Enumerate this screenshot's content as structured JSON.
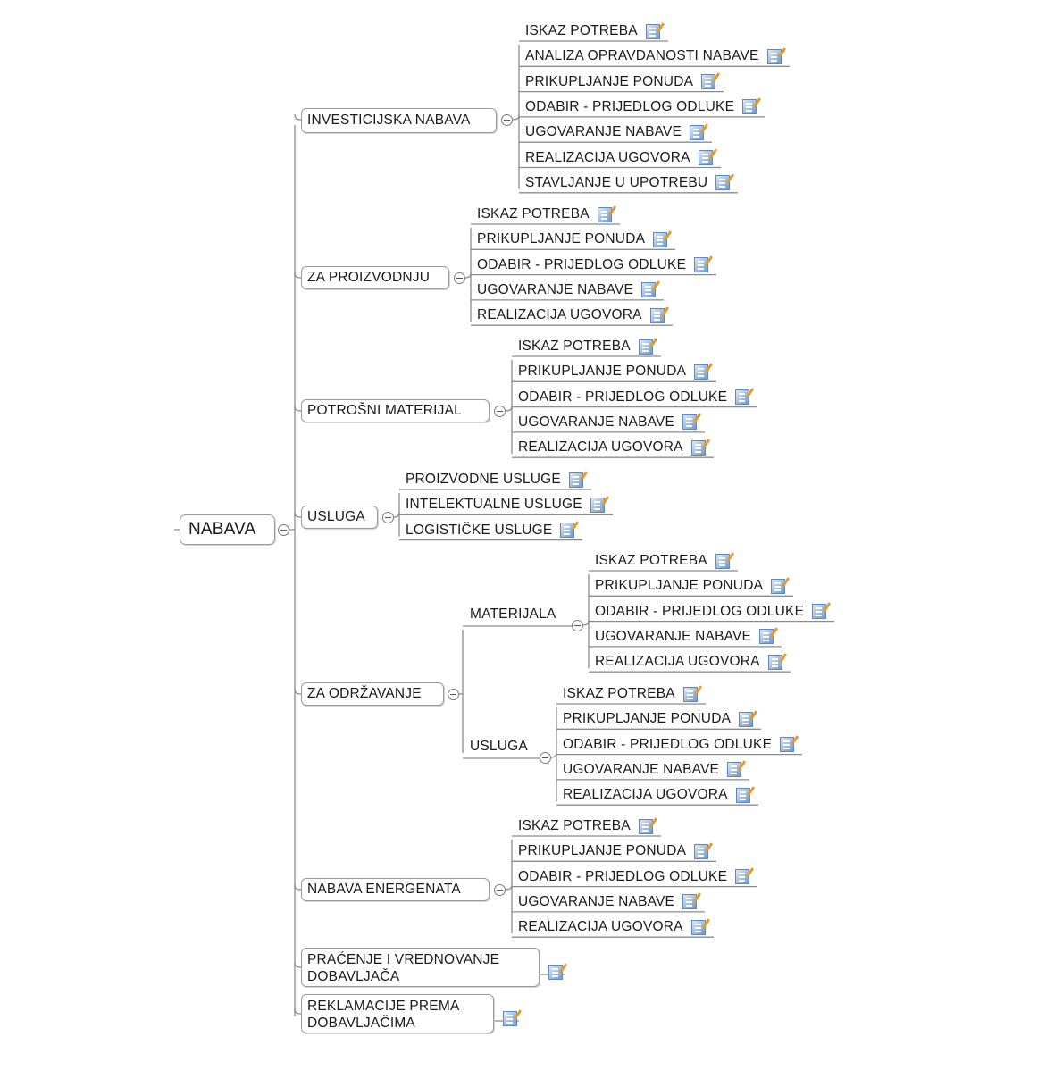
{
  "mindmap": {
    "root": "NABAVA",
    "branches": [
      {
        "label": "INVESTICIJSKA NABAVA",
        "items": [
          "ISKAZ POTREBA",
          "ANALIZA OPRAVDANOSTI NABAVE",
          "PRIKUPLJANJE PONUDA",
          "ODABIR - PRIJEDLOG ODLUKE",
          "UGOVARANJE NABAVE",
          "REALIZACIJA UGOVORA",
          "STAVLJANJE U UPOTREBU"
        ]
      },
      {
        "label": "ZA PROIZVODNJU",
        "items": [
          "ISKAZ POTREBA",
          "PRIKUPLJANJE PONUDA",
          "ODABIR - PRIJEDLOG ODLUKE",
          "UGOVARANJE NABAVE",
          "REALIZACIJA UGOVORA"
        ]
      },
      {
        "label": "POTROŠNI MATERIJAL",
        "items": [
          "ISKAZ POTREBA",
          "PRIKUPLJANJE PONUDA",
          "ODABIR - PRIJEDLOG ODLUKE",
          "UGOVARANJE NABAVE",
          "REALIZACIJA UGOVORA"
        ]
      },
      {
        "label": "USLUGA",
        "items": [
          "PROIZVODNE USLUGE",
          "INTELEKTUALNE USLUGE",
          "LOGISTIČKE USLUGE"
        ]
      },
      {
        "label": "ZA ODRŽAVANJE",
        "subgroups": [
          {
            "label": "MATERIJALA",
            "items": [
              "ISKAZ POTREBA",
              "PRIKUPLJANJE PONUDA",
              "ODABIR - PRIJEDLOG ODLUKE",
              "UGOVARANJE NABAVE",
              "REALIZACIJA UGOVORA"
            ]
          },
          {
            "label": "USLUGA",
            "items": [
              "ISKAZ POTREBA",
              "PRIKUPLJANJE PONUDA",
              "ODABIR - PRIJEDLOG ODLUKE",
              "UGOVARANJE NABAVE",
              "REALIZACIJA UGOVORA"
            ]
          }
        ]
      },
      {
        "label": "NABAVA ENERGENATA",
        "items": [
          "ISKAZ POTREBA",
          "PRIKUPLJANJE PONUDA",
          "ODABIR - PRIJEDLOG ODLUKE",
          "UGOVARANJE NABAVE",
          "REALIZACIJA UGOVORA"
        ]
      },
      {
        "label": "PRAĆENJE I VREDNOVANJE DOBAVLJAČA"
      },
      {
        "label": "REKLAMACIJE PREMA DOBAVLJAČIMA"
      }
    ]
  },
  "colors": {
    "line": "#8c8c8c",
    "note_icon": "#7aa1d6"
  }
}
